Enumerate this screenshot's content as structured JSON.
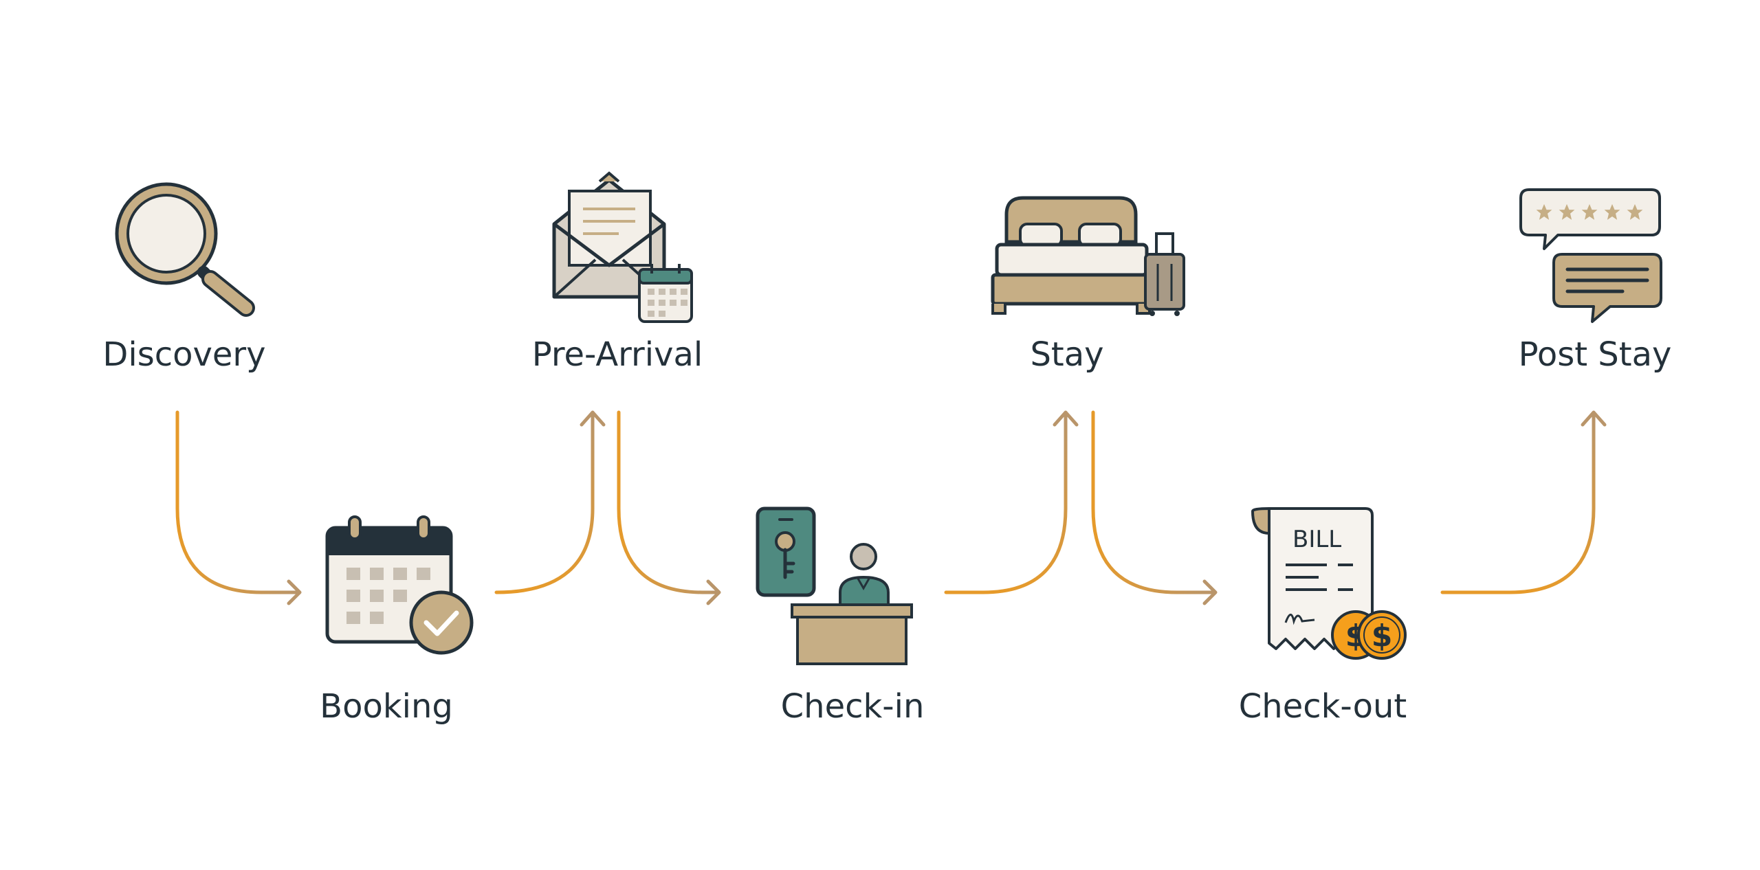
{
  "colors": {
    "ink": "#24313a",
    "tan": "#c6ae85",
    "tan_dark": "#b9a07a",
    "cream": "#f3efe8",
    "teal": "#4f8a80",
    "orange": "#e69a2a",
    "gray_tan": "#c8bfb2"
  },
  "stages": [
    {
      "id": "discovery",
      "label": "Discovery",
      "icon": "magnifier-icon"
    },
    {
      "id": "booking",
      "label": "Booking",
      "icon": "calendar-check-icon"
    },
    {
      "id": "pre-arrival",
      "label": "Pre-Arrival",
      "icon": "envelope-calendar-icon"
    },
    {
      "id": "check-in",
      "label": "Check-in",
      "icon": "phone-key-reception-icon"
    },
    {
      "id": "stay",
      "label": "Stay",
      "icon": "bed-luggage-icon"
    },
    {
      "id": "check-out",
      "label": "Check-out",
      "icon": "bill-coins-icon"
    },
    {
      "id": "post-stay",
      "label": "Post Stay",
      "icon": "review-chat-icon"
    }
  ],
  "bill": {
    "text": "BILL",
    "currency": "$"
  }
}
